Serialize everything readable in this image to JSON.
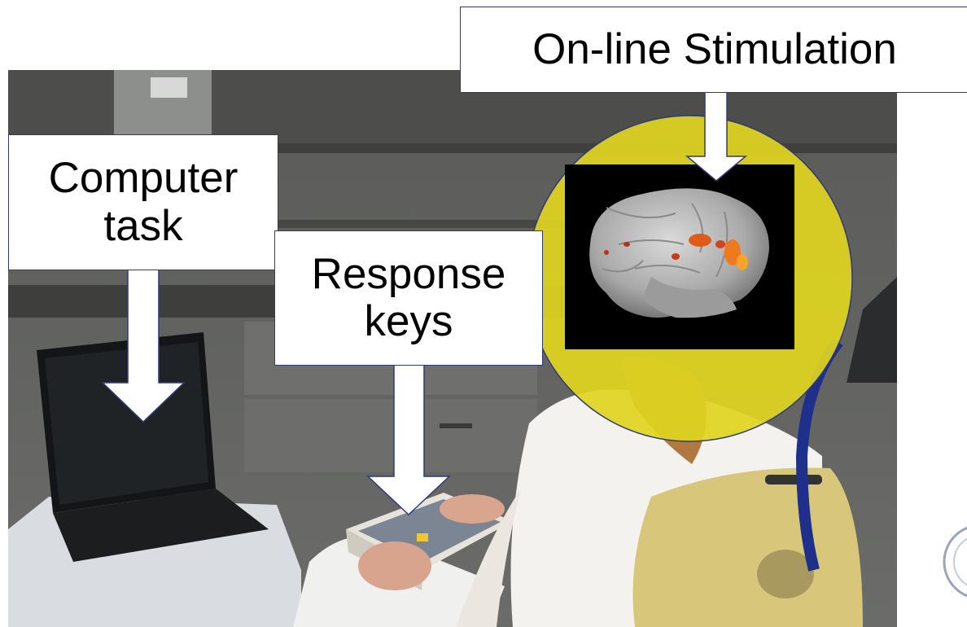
{
  "labels": {
    "stimulation": "On-line Stimulation",
    "computer_task_line1": "Computer",
    "computer_task_line2": "task",
    "response_keys_line1": "Response",
    "response_keys_line2": "keys"
  },
  "colors": {
    "highlight_yellow": "#e0d51f",
    "arrow_white": "#ffffff",
    "box_border": "#2f3b77"
  }
}
